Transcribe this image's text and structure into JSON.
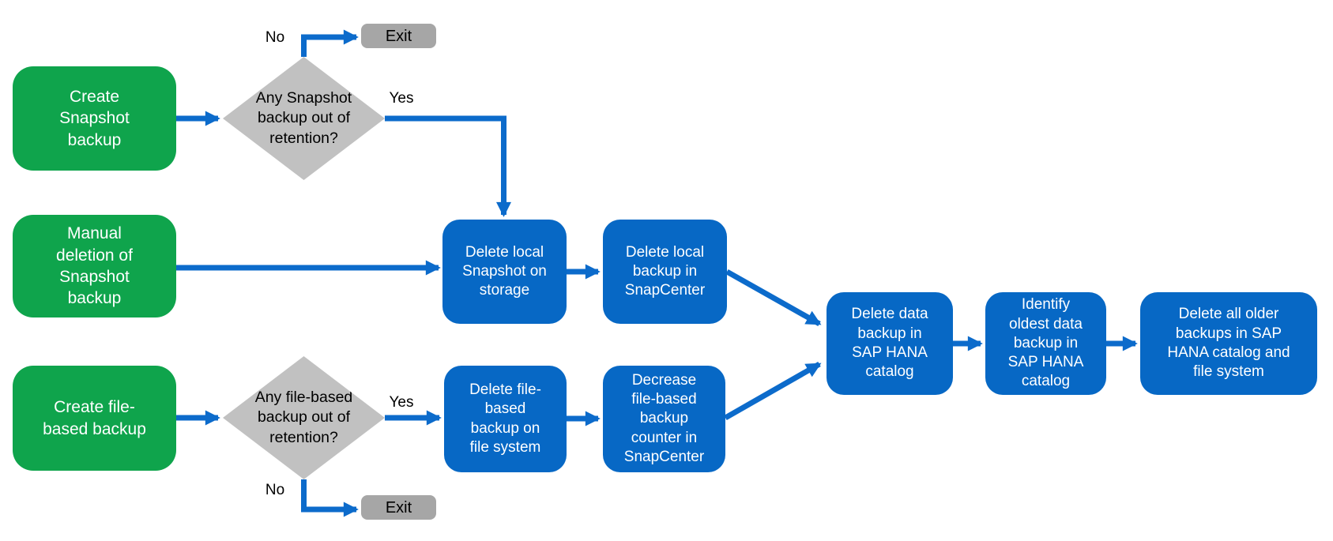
{
  "flowchart": {
    "nodes": {
      "create_snapshot": "Create\nSnapshot\nbackup",
      "manual_deletion": "Manual\ndeletion of\nSnapshot\nbackup",
      "create_file_based": "Create file-\nbased backup",
      "snapshot_retention_decision": "Any Snapshot\nbackup out of\nretention?",
      "file_retention_decision": "Any file-based\nbackup out of\nretention?",
      "delete_local_snapshot": "Delete local\nSnapshot on\nstorage",
      "delete_local_backup": "Delete local\nbackup in\nSnapCenter",
      "delete_file_backup": "Delete file-\nbased\nbackup on\nfile system",
      "decrease_counter": "Decrease\nfile-based\nbackup\ncounter in\nSnapCenter",
      "delete_data_backup": "Delete data\nbackup in\nSAP HANA\ncatalog",
      "identify_oldest": "Identify\noldest data\nbackup in\nSAP HANA\ncatalog",
      "delete_all_older": "Delete all older\nbackups in SAP\nHANA catalog and\nfile system",
      "exit_top": "Exit",
      "exit_bottom": "Exit"
    },
    "edge_labels": {
      "no_top": "No",
      "yes_top": "Yes",
      "yes_bottom": "Yes",
      "no_bottom": "No"
    },
    "colors": {
      "process_green": "#0FA44C",
      "action_blue": "#0768C5",
      "decision_gray": "#C1C1C1",
      "exit_gray": "#A6A6A6",
      "arrow_blue": "#0C6BCB",
      "text_on_color": "#FFFFFF",
      "text_on_gray": "#000000"
    }
  }
}
